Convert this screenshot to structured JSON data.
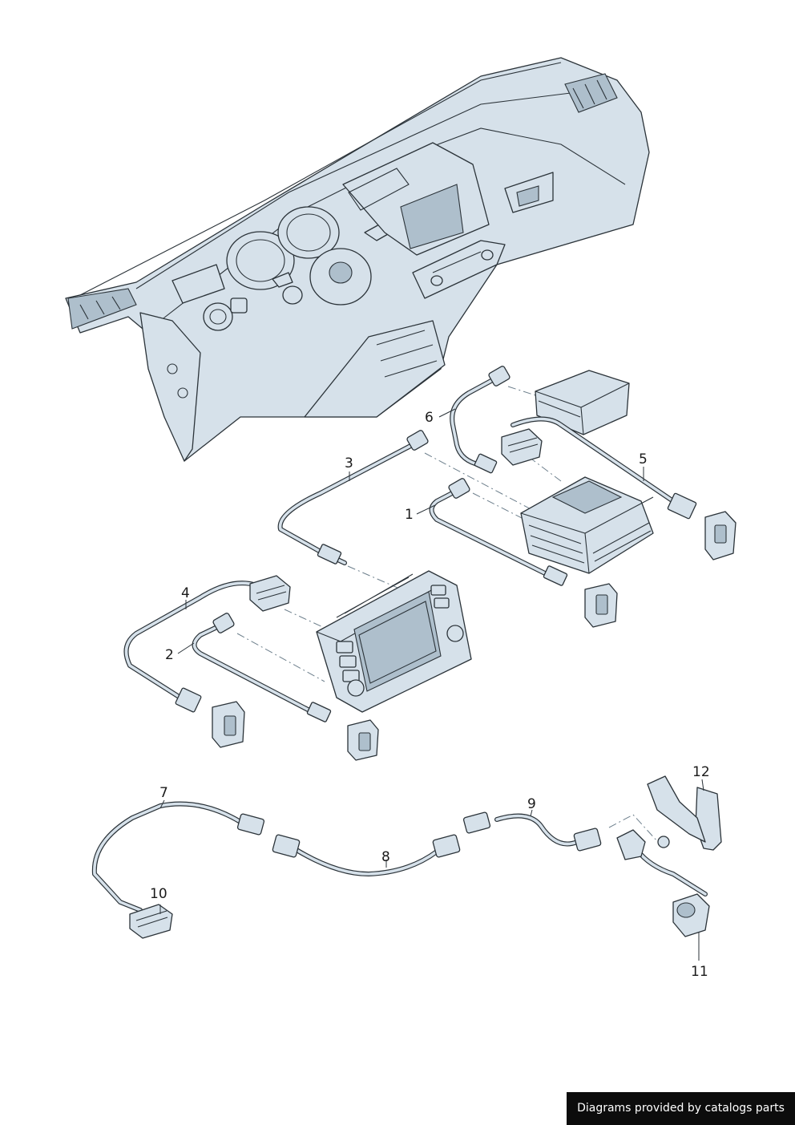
{
  "callouts": {
    "c1": "1",
    "c2": "2",
    "c3": "3",
    "c4": "4",
    "c5": "5",
    "c6": "6",
    "c7": "7",
    "c8": "8",
    "c9": "9",
    "c10": "10",
    "c11": "11",
    "c12": "12"
  },
  "footer": {
    "text": "Diagrams provided by catalogs parts"
  },
  "icons": {
    "dashboard": "dashboard-assembly-icon",
    "radio": "radio-head-unit-icon",
    "cd_unit": "navigation-unit-icon",
    "module": "control-module-icon",
    "camera": "rear-camera-icon"
  },
  "colors": {
    "part_fill": "#d6e1ea",
    "outline": "#2b3339",
    "footer_bg": "#0c0c0c",
    "footer_text": "#ffffff"
  }
}
